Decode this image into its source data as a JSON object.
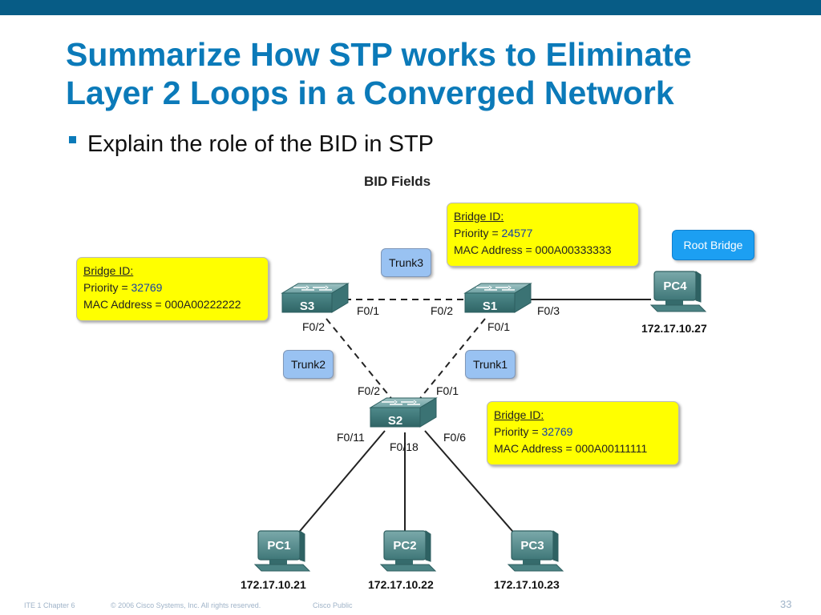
{
  "slide": {
    "title_line1": "Summarize How STP works to Eliminate",
    "title_line2": "Layer 2 Loops in a Converged Network",
    "bullet": "Explain the role of the BID in STP"
  },
  "diagram": {
    "title": "BID Fields",
    "callouts": {
      "s1": {
        "header": "Bridge ID:",
        "priority_label": "Priority = ",
        "priority": "24577",
        "mac": "MAC Address = 000A00333333"
      },
      "s3": {
        "header": "Bridge ID:",
        "priority_label": "Priority = ",
        "priority": "32769",
        "mac": "MAC Address = 000A00222222"
      },
      "s2": {
        "header": "Bridge ID:",
        "priority_label": "Priority = ",
        "priority": "32769",
        "mac": "MAC Address = 000A00111111"
      }
    },
    "root_bridge_label": "Root Bridge",
    "trunks": {
      "trunk1": "Trunk1",
      "trunk2": "Trunk2",
      "trunk3": "Trunk3"
    },
    "switches": {
      "s1": "S1",
      "s2": "S2",
      "s3": "S3"
    },
    "ports": {
      "s3_f01": "F0/1",
      "s3_f02": "F0/2",
      "s1_f02": "F0/2",
      "s1_f03": "F0/3",
      "s1_f01": "F0/1",
      "s2_f02": "F0/2",
      "s2_f01": "F0/1",
      "s2_f011": "F0/11",
      "s2_f018": "F0/18",
      "s2_f06": "F0/6"
    },
    "pcs": {
      "pc1": {
        "label": "PC1",
        "ip": "172.17.10.21"
      },
      "pc2": {
        "label": "PC2",
        "ip": "172.17.10.22"
      },
      "pc3": {
        "label": "PC3",
        "ip": "172.17.10.23"
      },
      "pc4": {
        "label": "PC4",
        "ip": "172.17.10.27"
      }
    }
  },
  "footer": {
    "course": "ITE 1 Chapter 6",
    "copyright": "© 2006 Cisco Systems, Inc. All rights reserved.",
    "classification": "Cisco Public",
    "page_number": "33"
  },
  "colors": {
    "top_bar": "#075c86",
    "title": "#0b7ab9",
    "callout_bg": "#ffff00",
    "trunk_tag": "#99c2f2",
    "root_tag": "#1c9ff2",
    "device": "#4f8a8b"
  },
  "icons": [
    "switch-icon",
    "pc-icon"
  ]
}
